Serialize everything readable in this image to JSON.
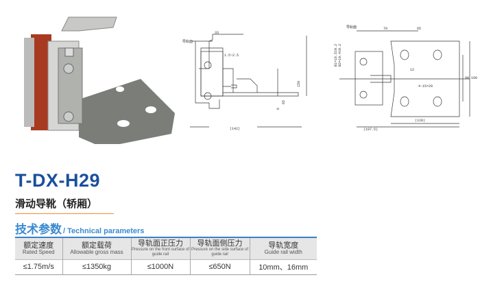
{
  "product": {
    "model": "T-DX-H29",
    "name": "滑动导靴（轿厢）"
  },
  "section": {
    "title_cn": "技术参数",
    "title_en": "/ Technical parameters"
  },
  "table": {
    "headers": [
      {
        "cn": "额定速度",
        "en": "Rated Speed"
      },
      {
        "cn": "额定载荷",
        "en": "Allowable gross mass"
      },
      {
        "cn": "导轨面正压力",
        "en": "Pressure on the front surface of guide rail"
      },
      {
        "cn": "导轨面侧压力",
        "en": "Pressure on the side surface of guide rail"
      },
      {
        "cn": "导轨宽度",
        "en": "Guide rail width"
      }
    ],
    "values": [
      "≤1.75m/s",
      "≤1350kg",
      "≤1000N",
      "≤650N",
      "10mm、16mm"
    ]
  },
  "drawing_side": {
    "rail_face": "导轨面",
    "d33": "33",
    "gap": "1.5~2.5",
    "h150": "150",
    "h65": "65",
    "t6": "6",
    "w142": "(142)"
  },
  "drawing_top": {
    "rail_face": "导轨面",
    "d70": "70",
    "d65": "65",
    "b1": "B1=16.5±0.2",
    "b2": "B2=10.4±0.2",
    "d12": "12",
    "d90": "90",
    "d100": "100",
    "holes": "4-15×20",
    "w128": "(128)",
    "w197": "(197.5)"
  }
}
